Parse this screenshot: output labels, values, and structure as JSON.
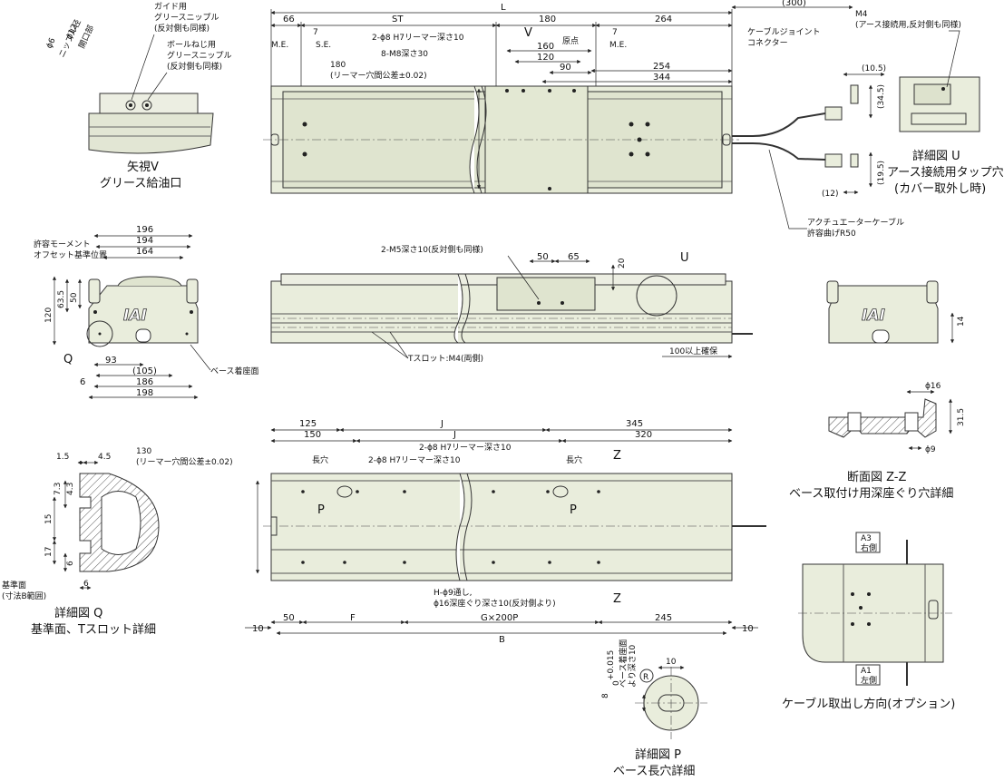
{
  "top": {
    "L": "L",
    "ST": "ST",
    "d66": "66",
    "d180": "180",
    "d264": "264",
    "d300": "(300)",
    "d7a": "7",
    "d7b": "7",
    "me1": "M.E.",
    "se": "S.E.",
    "me2": "M.E.",
    "genten": "原点",
    "v": "V",
    "d160": "160",
    "d120": "120",
    "d90": "90",
    "d254": "254",
    "d344": "344",
    "reamer": "2-ϕ8 H7リーマー深さ10",
    "m8": "8-M8深さ30",
    "d180b": "180",
    "tol": "(リーマー穴間公差±0.02)",
    "cable_joint1": "ケーブルジョイント",
    "cable_joint2": "コネクター",
    "cable_act1": "アクチュエーターケーブル",
    "cable_act2": "許容曲げR50"
  },
  "viewV": {
    "guide1": "ガイド用",
    "guide2": "グリースニップル",
    "guide3": "(反対側も同様)",
    "ball1": "ボールねじ用",
    "ball2": "グリースニップル",
    "ball3": "(反対側も同様)",
    "p12a": "ϕ12",
    "p12b": "開口部",
    "p6a": "ϕ6",
    "p6b": "ニップル径",
    "cap1": "矢視V",
    "cap2": "グリース給油口"
  },
  "detailU": {
    "m4a": "M4",
    "m4b": "(アース接続用,反対側も同様)",
    "d105": "(10.5)",
    "d345": "(34.5)",
    "d195": "(19.5)",
    "d12": "(12)",
    "cap1": "詳細図 U",
    "cap2": "アース接続用タップ穴",
    "cap3": "(カバー取外し時)"
  },
  "end": {
    "d196": "196",
    "d194": "194",
    "d164": "164",
    "moment1": "許容モーメント",
    "moment2": "オフセット基準位置",
    "d120": "120",
    "d635": "63.5",
    "d50": "50",
    "q": "Q",
    "d93": "93",
    "d105": "(105)",
    "d6": "6",
    "d186": "186",
    "d198": "198",
    "base": "ベース着座面",
    "logo": "IAI"
  },
  "side": {
    "m5": "2-M5深さ10(反対側も同様)",
    "d50": "50",
    "d65": "65",
    "d20": "20",
    "u": "U",
    "tslot": "Tスロット:M4(両側)",
    "d100": "100以上確保"
  },
  "endR": {
    "logo": "IAI",
    "d14": "14"
  },
  "zz": {
    "d16": "ϕ16",
    "d315": "31.5",
    "d9": "ϕ9",
    "cap1": "断面図 Z-Z",
    "cap2": "ベース取付け用深座ぐり穴詳細"
  },
  "bottom": {
    "d125": "125",
    "d150": "150",
    "j1": "J",
    "j2": "J",
    "d345": "345",
    "d320": "320",
    "reamer1": "2-ϕ8 H7リーマー深さ10",
    "reamer2": "2-ϕ8 H7リーマー深さ10",
    "d130": "130",
    "tol": "(リーマー穴間公差±0.02)",
    "nagaana1": "長穴",
    "nagaana2": "長穴",
    "p1": "P",
    "p2": "P",
    "z1": "Z",
    "z2": "Z",
    "h1": "H-ϕ9通し,",
    "h2": "ϕ16深座ぐり深さ10(反対側より)",
    "d10a": "10",
    "d50": "50",
    "f": "F",
    "g": "G×200P",
    "d245": "245",
    "d10b": "10",
    "b": "B"
  },
  "detailQ": {
    "d15": "1.5",
    "d45": "4.5",
    "d73": "7.3",
    "d43": "4.3",
    "d15b": "15",
    "d17": "17",
    "d6a": "6",
    "d6b": "6",
    "ref1": "基準面",
    "ref2": "(寸法B範囲)",
    "cap1": "詳細図 Q",
    "cap2": "基準面、Tスロット詳細"
  },
  "detailP": {
    "d10": "10",
    "d8": "8",
    "tolsup": "+0.015",
    "tolsub": "0",
    "seat1": "ベース着座面",
    "seat2": "より深さ10",
    "r": "R",
    "cap1": "詳細図 P",
    "cap2": "ベース長穴詳細"
  },
  "cableDir": {
    "a3a": "A3",
    "a3b": "右側",
    "a1a": "A1",
    "a1b": "左側",
    "cap": "ケーブル取出し方向(オプション)"
  }
}
